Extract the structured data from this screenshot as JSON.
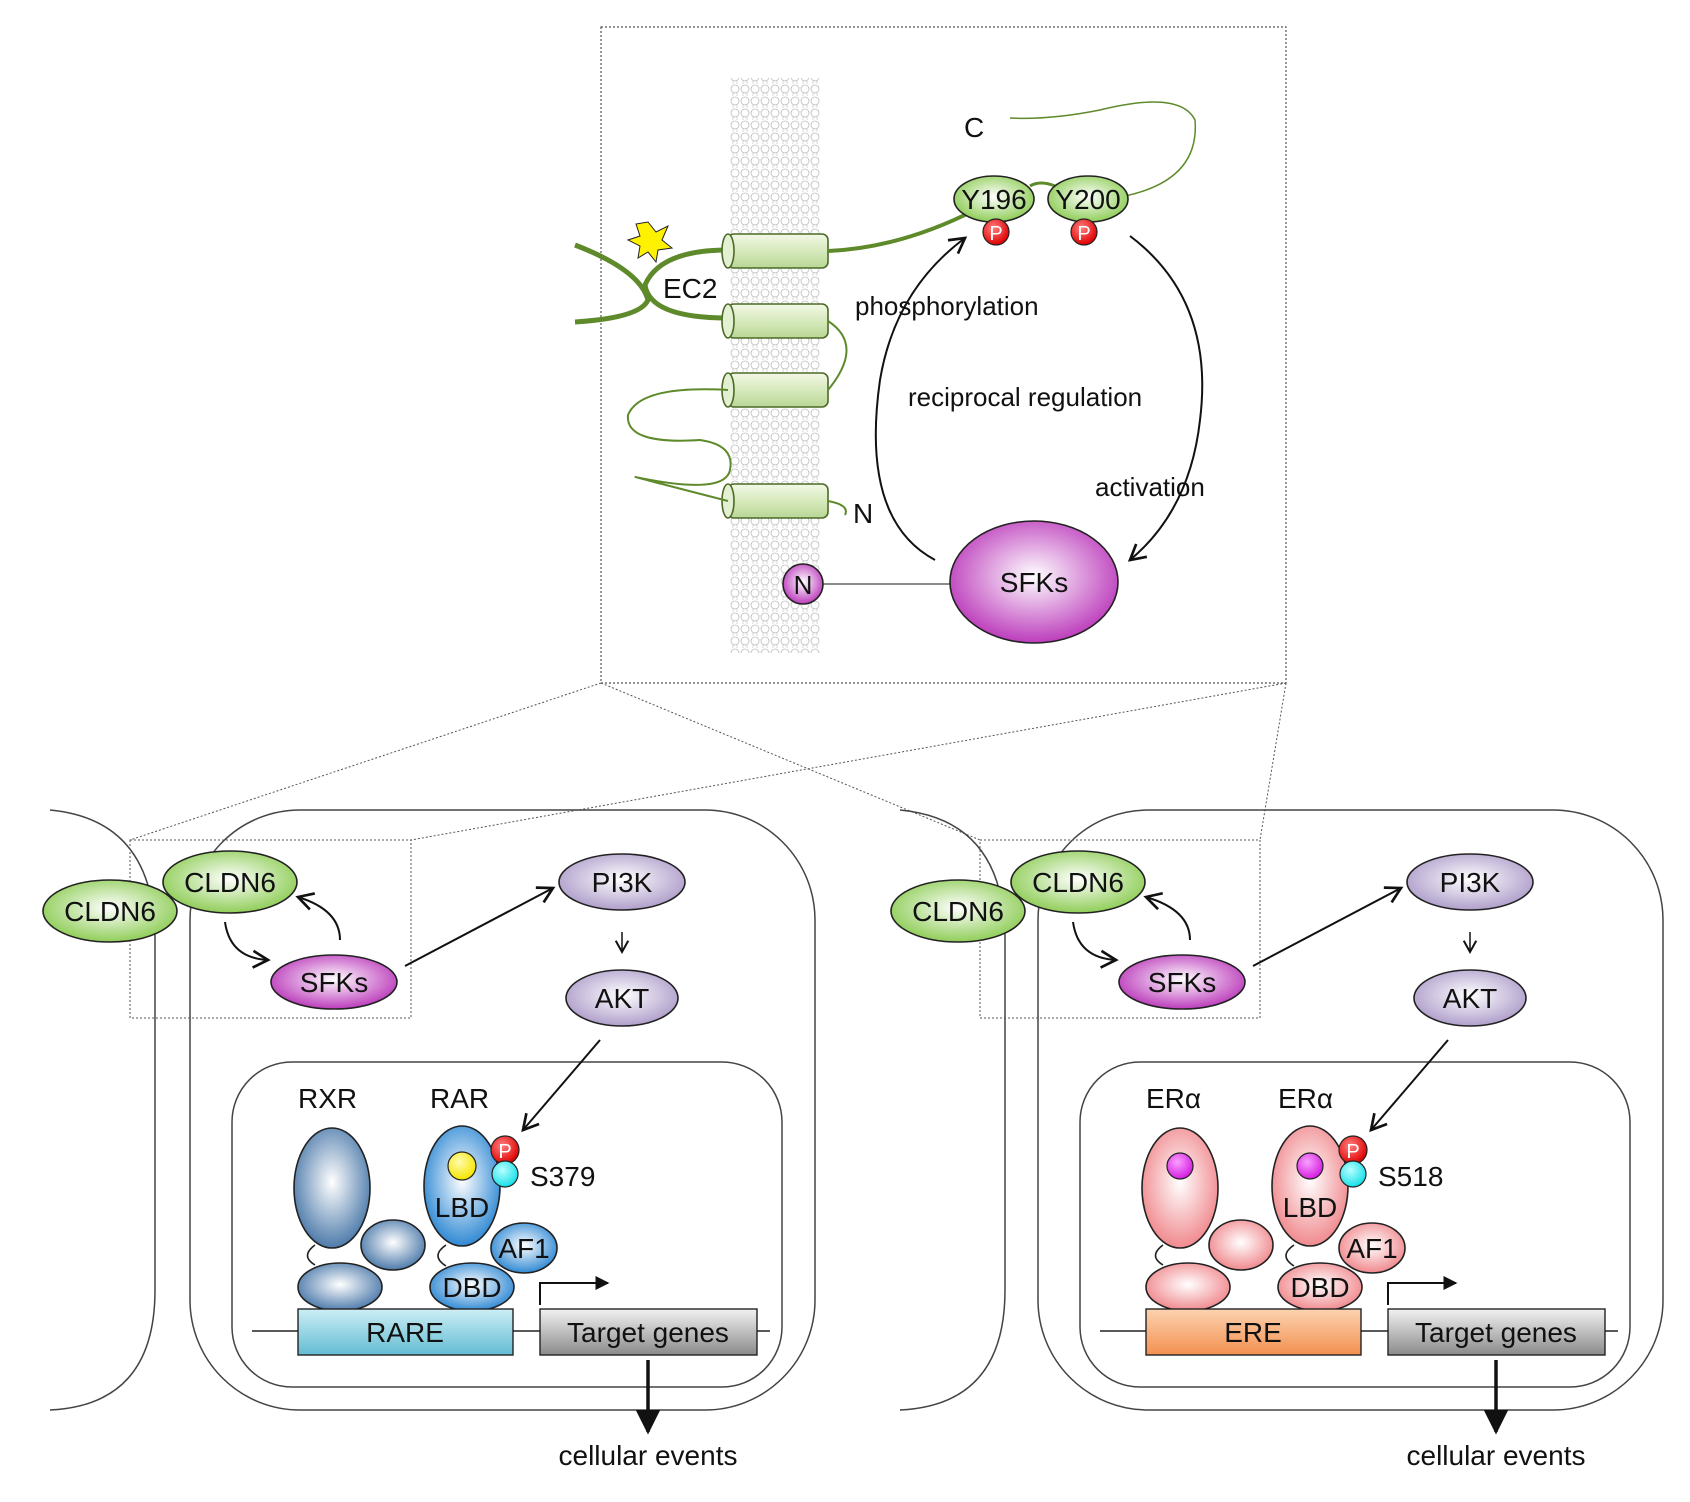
{
  "colors": {
    "claudin_green": "#5f8a2b",
    "cldn_fill": "#9fd36b",
    "sfk_magenta": "#b62bb6",
    "pathway_lilac": "#b7a6cf",
    "rxr_blue": "#3e6fa3",
    "rar_blue": "#1e7fd0",
    "era_pink": "#ef7f84",
    "rare_cyan": "#7cc9dc",
    "ere_orange": "#f5a05c",
    "phospho_red": "#e00000",
    "site_cyan": "#19e0e8",
    "ligand_yellow": "#f5e600",
    "ligand_magenta": "#d61ee0",
    "star_yellow": "#fff200"
  },
  "top_panel": {
    "c_terminus": "C",
    "n_terminus": "N",
    "ec2": "EC2",
    "y196": "Y196",
    "y200": "Y200",
    "p": "P",
    "phosphorylation": "phosphorylation",
    "reciprocal_regulation": "reciprocal regulation",
    "activation": "activation",
    "sfks": "SFKs",
    "sfk_n": "N"
  },
  "left_cell": {
    "cldn6_a": "CLDN6",
    "cldn6_b": "CLDN6",
    "sfks": "SFKs",
    "pi3k": "PI3K",
    "akt": "AKT",
    "receptor_1": "RXR",
    "receptor_2": "RAR",
    "p": "P",
    "site": "S379",
    "lbd": "LBD",
    "af1": "AF1",
    "dbd": "DBD",
    "element": "RARE",
    "target": "Target genes",
    "events": "cellular events"
  },
  "right_cell": {
    "cldn6_a": "CLDN6",
    "cldn6_b": "CLDN6",
    "sfks": "SFKs",
    "pi3k": "PI3K",
    "akt": "AKT",
    "receptor_1": "ERα",
    "receptor_2": "ERα",
    "p": "P",
    "site": "S518",
    "lbd": "LBD",
    "af1": "AF1",
    "dbd": "DBD",
    "element": "ERE",
    "target": "Target genes",
    "events": "cellular events"
  }
}
